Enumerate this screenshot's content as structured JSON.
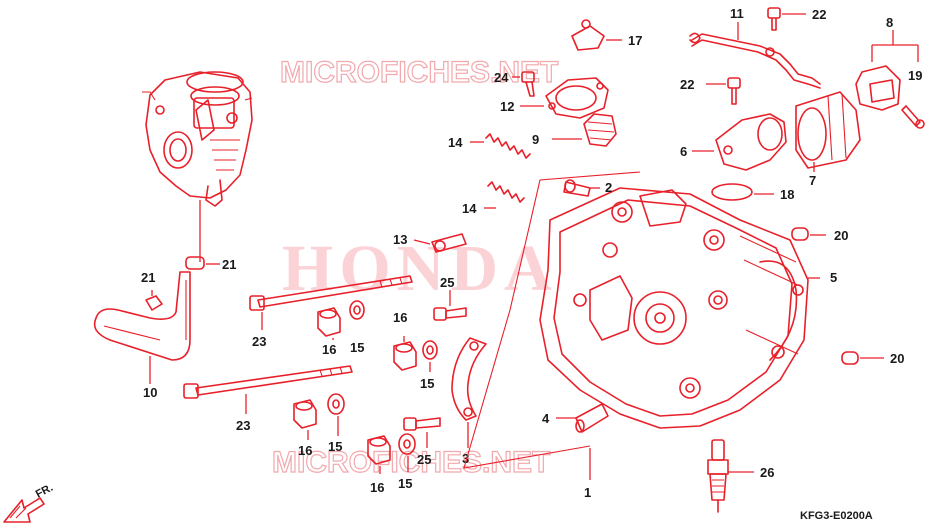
{
  "watermark": {
    "top": "MICROFICHES.NET",
    "bottom": "MICROFICHES.NET",
    "brand": "HONDA"
  },
  "diagram_code": "KFG3-E0200A",
  "direction_label": "FR.",
  "colors": {
    "line": "#e8202a",
    "text": "#1a1a1a",
    "watermark": "#f2a9ad"
  },
  "callouts": {
    "c1": "1",
    "c2": "2",
    "c3": "3",
    "c4": "4",
    "c5": "5",
    "c6": "6",
    "c7": "7",
    "c8": "8",
    "c9": "9",
    "c10": "10",
    "c11": "11",
    "c12": "12",
    "c13": "13",
    "c14a": "14",
    "c14b": "14",
    "c15a": "15",
    "c15b": "15",
    "c15c": "15",
    "c15d": "15",
    "c16a": "16",
    "c16b": "16",
    "c16c": "16",
    "c16d": "16",
    "c17": "17",
    "c18": "18",
    "c19": "19",
    "c20a": "20",
    "c20b": "20",
    "c21a": "21",
    "c21b": "21",
    "c22a": "22",
    "c22b": "22",
    "c23a": "23",
    "c23b": "23",
    "c24": "24",
    "c25a": "25",
    "c25b": "25",
    "c26": "26"
  }
}
